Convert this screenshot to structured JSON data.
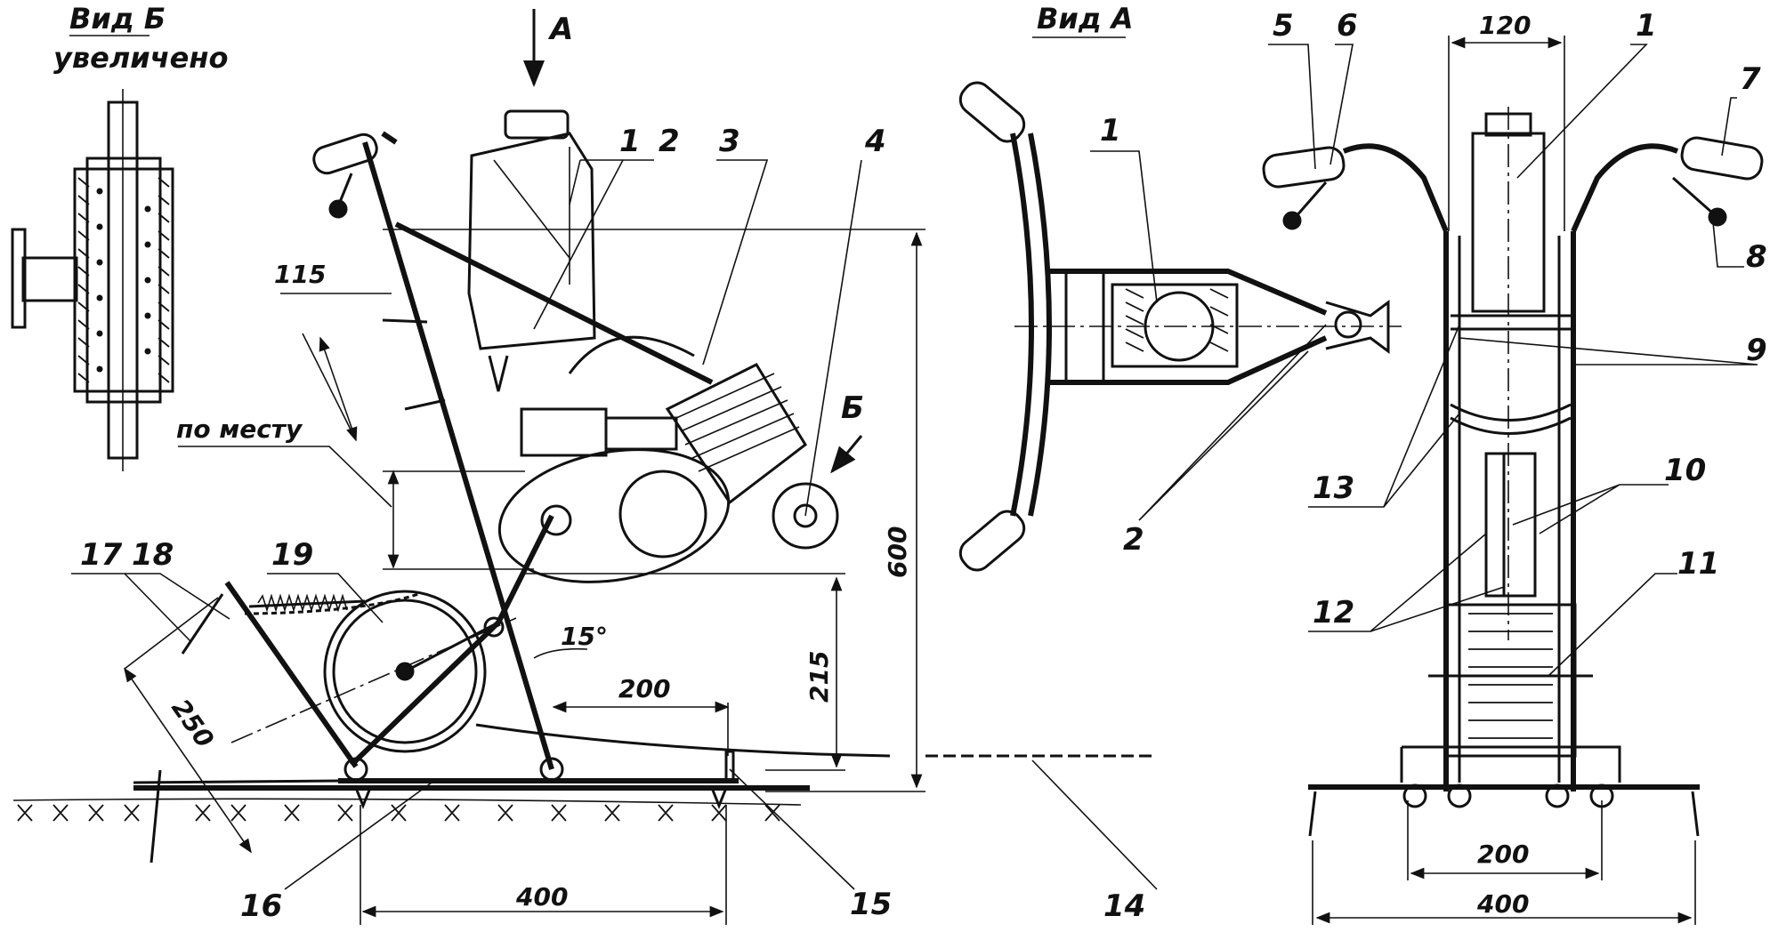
{
  "views": {
    "view_b_title": "Вид Б",
    "view_b_subtitle": "увеличено",
    "view_a_title": "Вид А",
    "arrow_a": "А",
    "arrow_b": "Б"
  },
  "dimensions": {
    "d115": "115",
    "po_mestu": "по месту",
    "d600": "600",
    "d215": "215",
    "d200_side": "200",
    "d15deg": "15°",
    "d250": "250",
    "d400_side": "400",
    "d120": "120",
    "d200_front": "200",
    "d400_front": "400"
  },
  "callouts": {
    "side": [
      "1",
      "2",
      "3",
      "4",
      "15",
      "16",
      "17",
      "18",
      "19",
      "14"
    ],
    "top": [
      "1",
      "2"
    ],
    "front": [
      "5",
      "6",
      "1",
      "7",
      "8",
      "9",
      "13",
      "10",
      "12",
      "11"
    ]
  }
}
